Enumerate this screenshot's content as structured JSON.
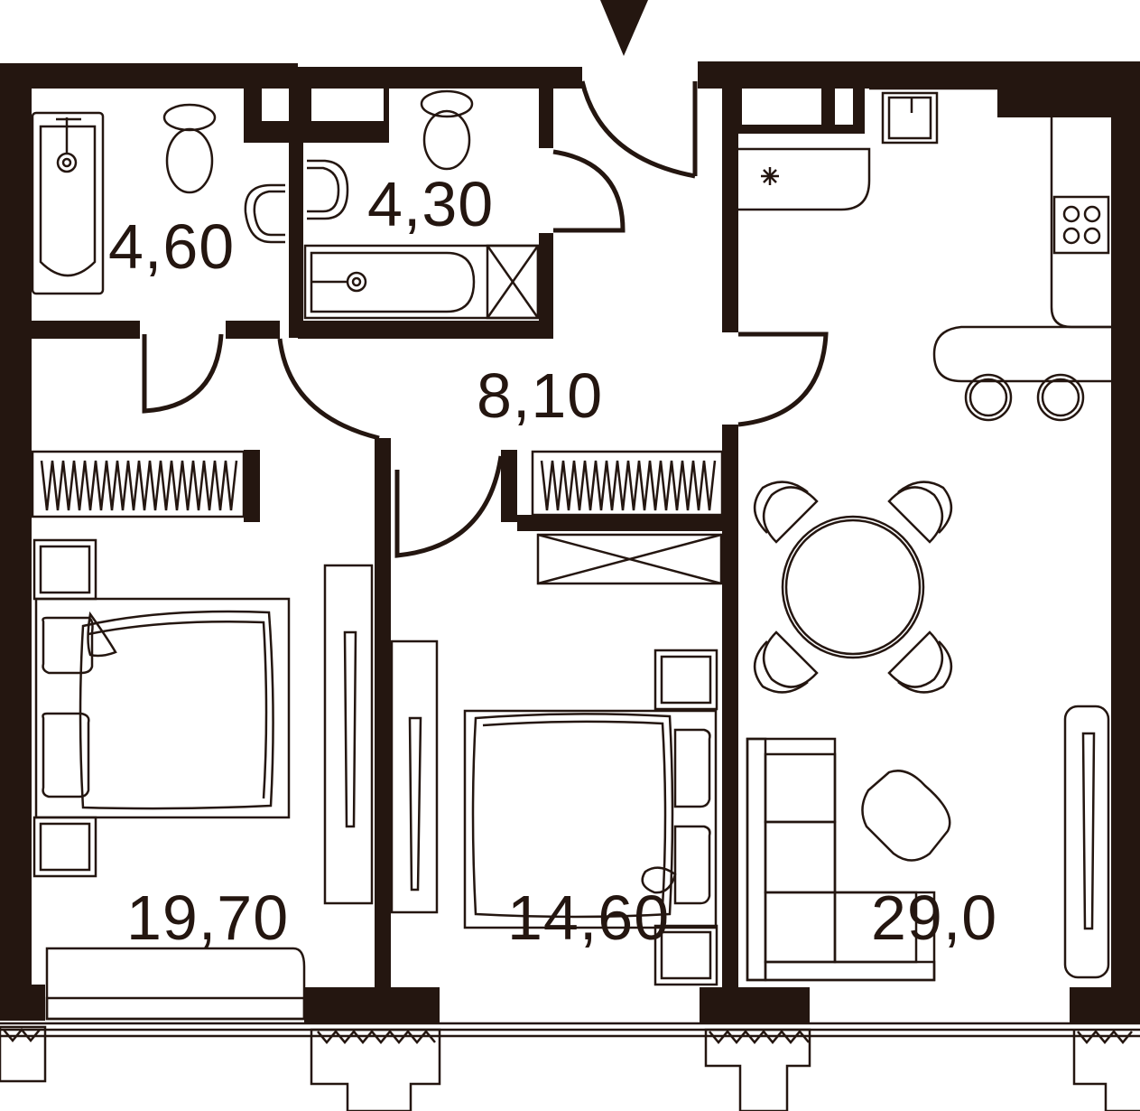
{
  "rooms": {
    "bathroom_1": {
      "area": "4,60"
    },
    "bathroom_2": {
      "area": "4,30"
    },
    "hallway": {
      "area": "8,10"
    },
    "bedroom_1": {
      "area": "19,70"
    },
    "bedroom_2": {
      "area": "14,60"
    },
    "kitchen_living": {
      "area": "29,0"
    }
  },
  "entrance_marker": {
    "icon": "entrance-arrow-icon"
  },
  "colors": {
    "wall": "#241610",
    "background": "#ffffff"
  }
}
